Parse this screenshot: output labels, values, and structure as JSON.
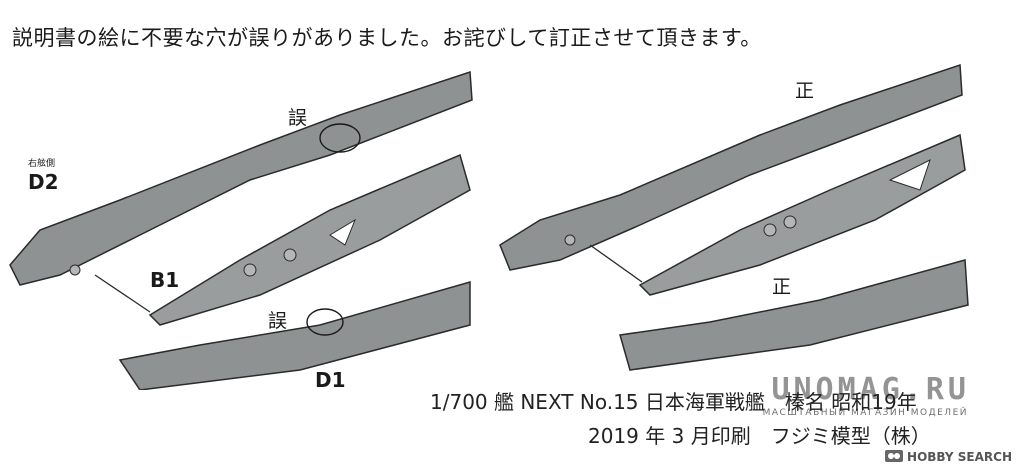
{
  "header": {
    "notice": "説明書の絵に不要な穴が誤りがありました。お詫びして訂正させて頂きます。"
  },
  "left_panel": {
    "part_d2_caption": "右舷側",
    "part_d2": "D2",
    "part_b1": "B1",
    "part_d1": "D1",
    "mark_wrong_top": "誤",
    "mark_wrong_bottom": "誤"
  },
  "right_panel": {
    "mark_correct_top": "正",
    "mark_correct_bottom": "正"
  },
  "footer": {
    "line1": "1/700 艦 NEXT No.15 日本海軍戦艦　榛名 昭和19年",
    "line2": "2019 年 3 月印刷　フジミ模型（株）"
  },
  "watermark": {
    "site": "UNOMAG.RU",
    "tagline": "МАСШТАБНЫЙ МАГАЗИН МОДЕЛЕЙ"
  },
  "credit": {
    "brand": "HOBBY SEARCH"
  },
  "colors": {
    "part_fill": "#8f9293",
    "part_stroke": "#2b2b2b",
    "ink": "#1a1a1a"
  }
}
